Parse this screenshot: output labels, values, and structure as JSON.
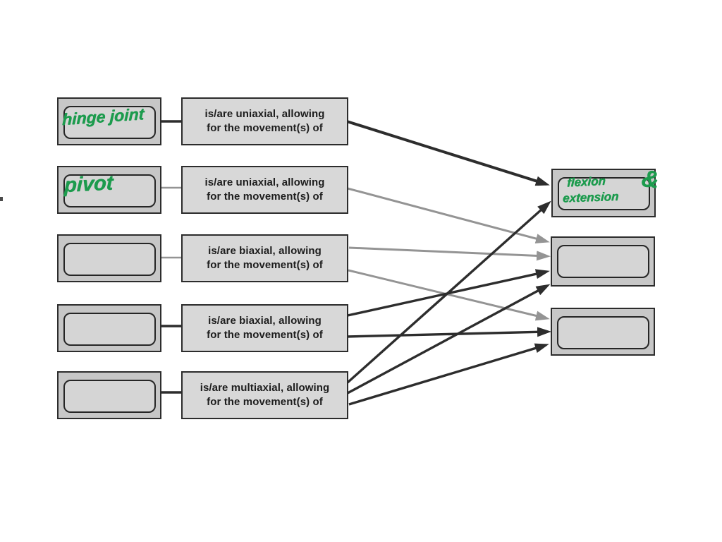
{
  "title": "joint types matching diagram",
  "colors": {
    "dark_arrow": "#2d2d2d",
    "gray_arrow": "#949494",
    "ink_green": "#1c9b4d",
    "box_outer_fill": "#c7c7c7",
    "box_inner_fill": "#d5d5d5",
    "statement_fill": "#d8d8d8",
    "border": "#2c2c2c"
  },
  "left_boxes": [
    {
      "id": "l1",
      "answer": "hinge joint"
    },
    {
      "id": "l2",
      "answer": "pivot"
    },
    {
      "id": "l3",
      "answer": ""
    },
    {
      "id": "l4",
      "answer": ""
    },
    {
      "id": "l5",
      "answer": ""
    }
  ],
  "middle_boxes": [
    {
      "id": "m1",
      "line1": "is/are uniaxial, allowing",
      "line2": "for the movement(s) of"
    },
    {
      "id": "m2",
      "line1": "is/are uniaxial, allowing",
      "line2": "for the movement(s) of"
    },
    {
      "id": "m3",
      "line1": "is/are biaxial, allowing",
      "line2": "for the movement(s) of"
    },
    {
      "id": "m4",
      "line1": "is/are biaxial, allowing",
      "line2": "for the movement(s) of"
    },
    {
      "id": "m5",
      "line1": "is/are multiaxial, allowing",
      "line2": "for the movement(s) of"
    }
  ],
  "right_boxes": [
    {
      "id": "r1",
      "line1": "flexion",
      "amp": "&",
      "line2": "extension"
    },
    {
      "id": "r2",
      "line1": "",
      "amp": "",
      "line2": ""
    },
    {
      "id": "r3",
      "line1": "",
      "amp": "",
      "line2": ""
    }
  ],
  "stubs": [
    {
      "row": 1,
      "color": "dark"
    },
    {
      "row": 2,
      "color": "gray"
    },
    {
      "row": 3,
      "color": "gray"
    },
    {
      "row": 4,
      "color": "dark"
    },
    {
      "row": 5,
      "color": "dark"
    }
  ],
  "edges": [
    {
      "from": "m2",
      "to": "r2",
      "color": "gray"
    },
    {
      "from": "m3",
      "to": "r2",
      "color": "gray"
    },
    {
      "from": "m3",
      "to": "r3",
      "color": "gray"
    },
    {
      "from": "m1",
      "to": "r1",
      "color": "dark"
    },
    {
      "from": "m4",
      "to": "r2",
      "color": "dark"
    },
    {
      "from": "m4",
      "to": "r3",
      "color": "dark"
    },
    {
      "from": "m5",
      "to": "r1",
      "color": "dark"
    },
    {
      "from": "m5",
      "to": "r2",
      "color": "dark"
    },
    {
      "from": "m5",
      "to": "r3",
      "color": "dark"
    }
  ]
}
